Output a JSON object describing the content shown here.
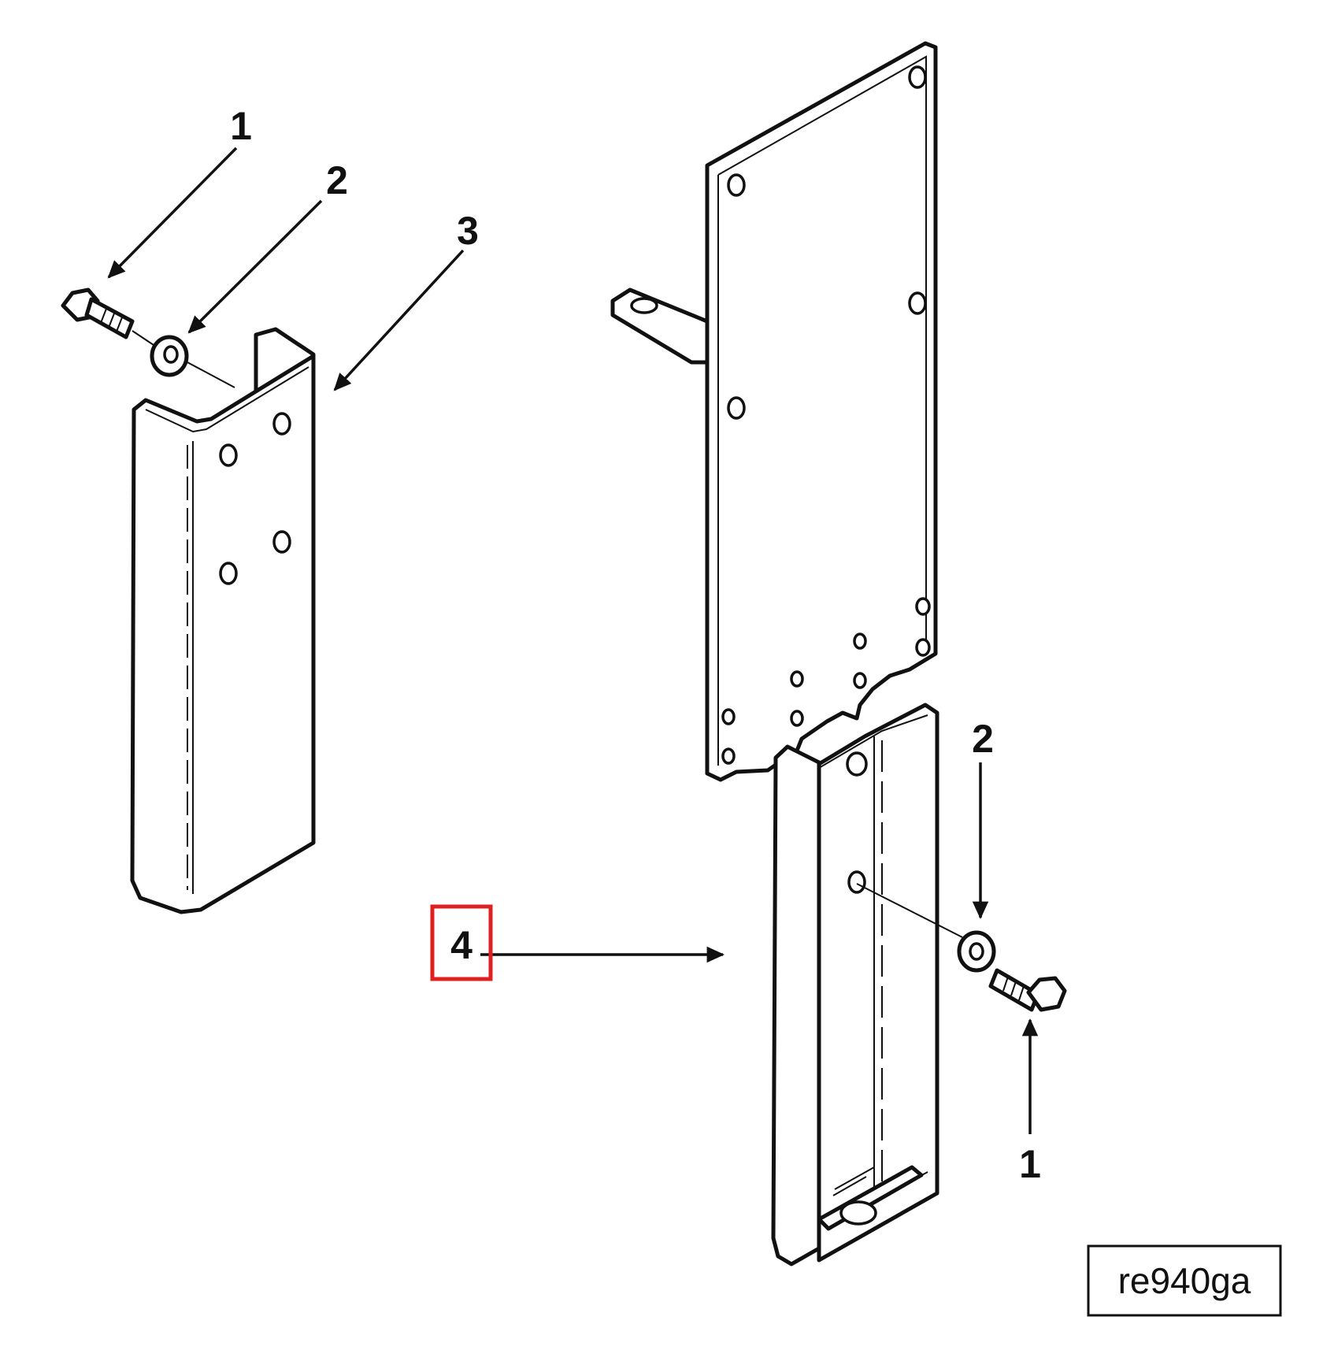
{
  "callouts": {
    "left_bolt": "1",
    "left_washer": "2",
    "left_bracket": "3",
    "right_bracket": "4",
    "right_washer": "2",
    "right_bolt": "1"
  },
  "figure_code": "re940ga",
  "colors": {
    "line": "#111111",
    "highlight": "#e02020",
    "background": "#ffffff"
  }
}
